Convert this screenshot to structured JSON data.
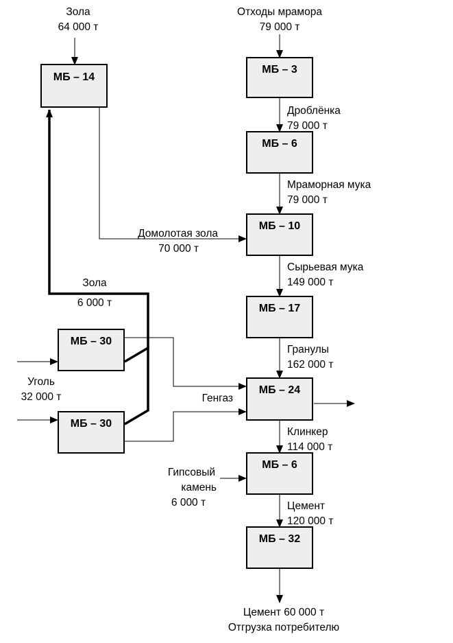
{
  "blocks": {
    "mb14": "МБ – 14",
    "mb3": "МБ – 3",
    "mb6a": "МБ – 6",
    "mb10": "МБ – 10",
    "mb17": "МБ – 17",
    "mb30a": "МБ – 30",
    "mb30b": "МБ – 30",
    "mb24": "МБ – 24",
    "mb6b": "МБ – 6",
    "mb32": "МБ – 32"
  },
  "flows": {
    "ash_in": {
      "name": "Зола",
      "amount": "64 000 т"
    },
    "marble_waste": {
      "name": "Отходы мрамора",
      "amount": "79 000 т"
    },
    "crushed": {
      "name": "Дроблёнка",
      "amount": "79 000  т"
    },
    "marble_flour": {
      "name": "Мраморная мука",
      "amount": "79 000 т"
    },
    "ground_ash": {
      "name": "Домолотая зола",
      "amount": "70 000  т"
    },
    "raw_flour": {
      "name": "Сырьевая мука",
      "amount": "149 000  т"
    },
    "granules": {
      "name": "Гранулы",
      "amount": "162 000  т"
    },
    "ash_recycle": {
      "name": "Зола",
      "amount": "6 000 т"
    },
    "coal": {
      "name": "Уголь",
      "amount": "32 000 т"
    },
    "gengas": {
      "name": "Генгаз"
    },
    "clinker": {
      "name": "Клинкер",
      "amount": "114 000  т"
    },
    "gypsum": {
      "line1": "Гипсовый",
      "line2": "камень",
      "amount": "6 000 т"
    },
    "cement": {
      "name": "Цемент",
      "amount": "120 000  т"
    },
    "output": {
      "line1": "Цемент 60 000 т",
      "line2": "Отгрузка потребителю"
    }
  }
}
